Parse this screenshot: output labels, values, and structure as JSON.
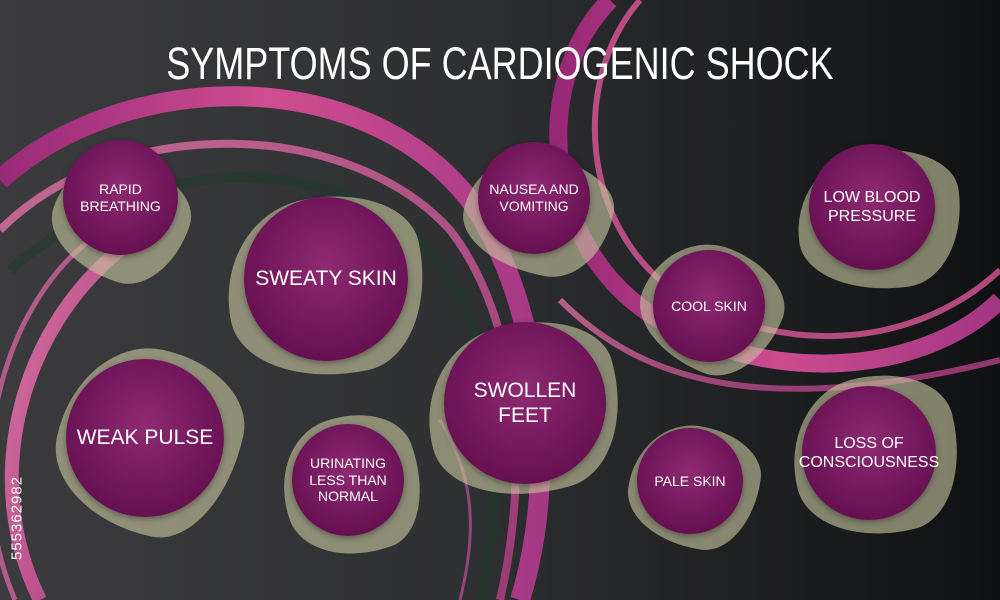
{
  "title": "SYMPTOMS OF CARDIOGENIC SHOCK",
  "watermark_id": "555362982",
  "colors": {
    "circle": "#6e1458",
    "blob": "#c7c59e",
    "arc_magenta": "#c0399a",
    "arc_pink": "#e8639f",
    "text": "#ffffff"
  },
  "symptoms": [
    {
      "id": "rapid-breathing",
      "label": "RAPID\nBREATHING"
    },
    {
      "id": "sweaty-skin",
      "label": "SWEATY SKIN"
    },
    {
      "id": "nausea-vomiting",
      "label": "NAUSEA AND\nVOMITING"
    },
    {
      "id": "low-blood-pressure",
      "label": "LOW BLOOD\nPRESSURE"
    },
    {
      "id": "cool-skin",
      "label": "COOL SKIN"
    },
    {
      "id": "swollen-feet",
      "label": "SWOLLEN FEET"
    },
    {
      "id": "weak-pulse",
      "label": "WEAK PULSE"
    },
    {
      "id": "urinating-less",
      "label": "URINATING\nLESS THAN\nNORMAL"
    },
    {
      "id": "pale-skin",
      "label": "PALE SKIN"
    },
    {
      "id": "loss-of-consciousness",
      "label": "LOSS OF\nCONSCIOUSNESS"
    }
  ]
}
